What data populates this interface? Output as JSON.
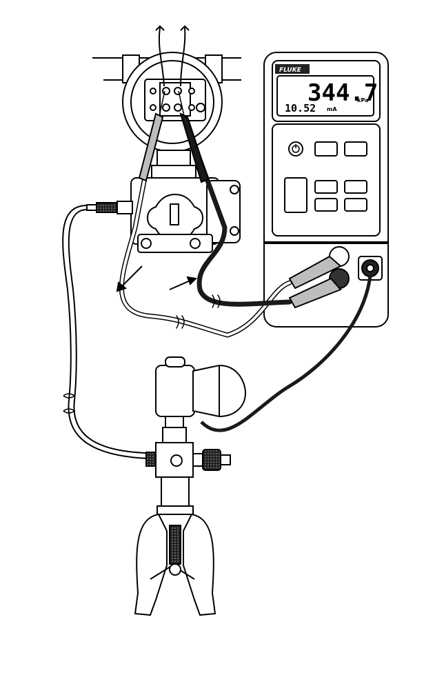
{
  "calibrator": {
    "brand": "FLUKE",
    "display": {
      "primary_value": "344.7",
      "primary_unit": "kPa",
      "secondary_value": "10.52",
      "secondary_unit": "mA"
    }
  },
  "colors": {
    "line": "#000000",
    "fill": "#ffffff",
    "black_lead": "#1a1a1a",
    "gray_lead": "#bdbdbd"
  }
}
